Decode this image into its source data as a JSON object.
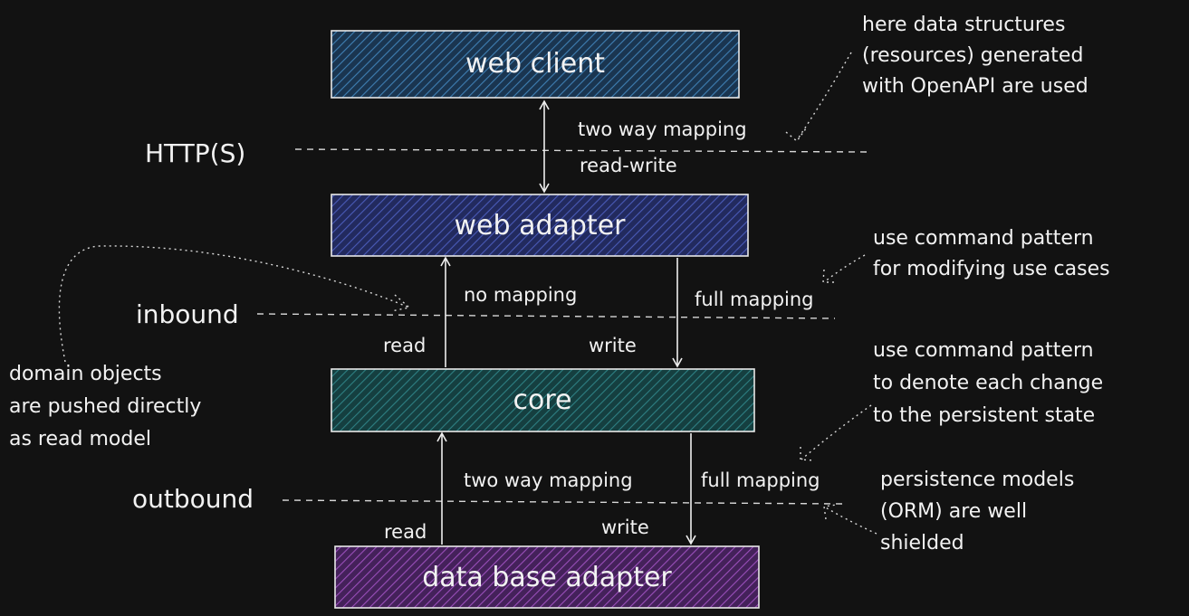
{
  "boxes": {
    "web_client": {
      "label": "web client",
      "color": "#1f4d7a"
    },
    "web_adapter": {
      "label": "web adapter",
      "color": "#2b3f8c"
    },
    "core": {
      "label": "core",
      "color": "#1b5b5c"
    },
    "data_base_adapter": {
      "label": "data base adapter",
      "color": "#6b2f82"
    }
  },
  "boundaries": {
    "http": "HTTP(S)",
    "inbound": "inbound",
    "outbound": "outbound"
  },
  "edge_labels": {
    "two_way_mapping_top": "two way mapping",
    "read_write": "read-write",
    "no_mapping": "no mapping",
    "full_mapping_inbound": "full mapping",
    "read_inbound": "read",
    "write_inbound": "write",
    "two_way_mapping_bottom": "two way mapping",
    "full_mapping_outbound": "full mapping",
    "read_outbound": "read",
    "write_outbound": "write"
  },
  "notes": {
    "openapi": [
      "here data structures",
      "(resources) generated",
      "with OpenAPI are used"
    ],
    "command_modify": [
      "use command pattern",
      "for modifying use cases"
    ],
    "command_change": [
      "use command pattern",
      "to denote each change",
      "to the persistent state"
    ],
    "domain_objects": [
      "domain objects",
      "are pushed directly",
      "as read model"
    ],
    "persistence": [
      "persistence models",
      "(ORM) are well",
      "shielded"
    ]
  },
  "icons": [
    "arrow-head-icon",
    "hatch-fill-pattern"
  ]
}
